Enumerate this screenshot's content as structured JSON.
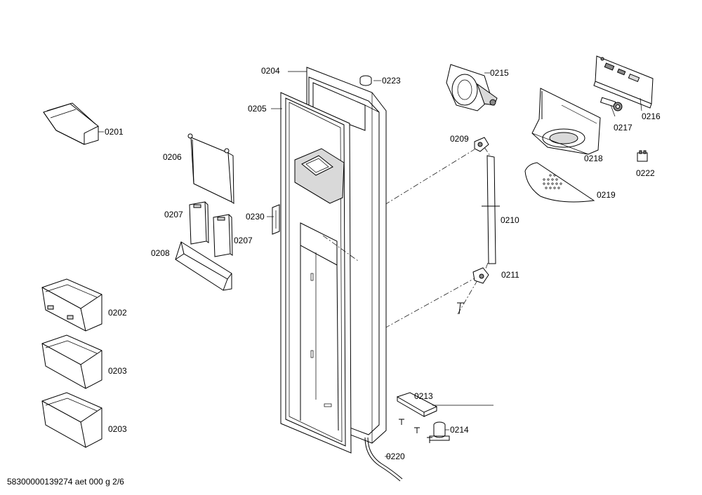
{
  "diagram": {
    "footer_text": "58300000139274 aet 000 g 2/6",
    "part_labels": {
      "p0201": "0201",
      "p0202": "0202",
      "p0203a": "0203",
      "p0203b": "0203",
      "p0204": "0204",
      "p0205": "0205",
      "p0206": "0206",
      "p0207a": "0207",
      "p0207b": "0207",
      "p0208": "0208",
      "p0209": "0209",
      "p0210": "0210",
      "p0211": "0211",
      "p0213": "0213",
      "p0214": "0214",
      "p0215": "0215",
      "p0216": "0216",
      "p0217": "0217",
      "p0218": "0218",
      "p0219": "0219",
      "p0220": "0220",
      "p0222": "0222",
      "p0223": "0223",
      "p0230": "0230"
    }
  }
}
